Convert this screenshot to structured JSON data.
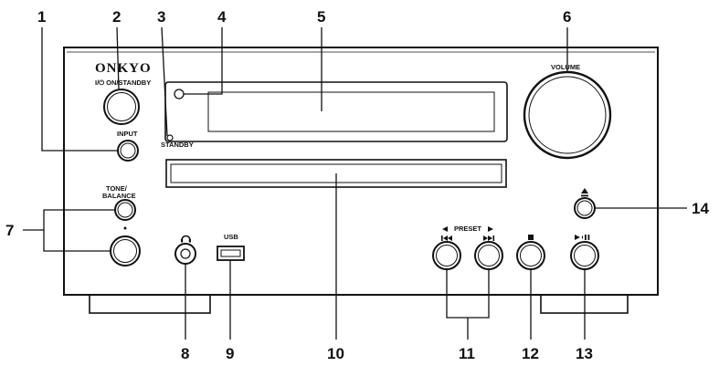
{
  "brand": {
    "logo_text": "ONKYO",
    "power_label": "I/⏻ ON/STANDBY"
  },
  "panel_labels": {
    "input": "INPUT",
    "standby": "STANDBY",
    "tone_line1": "TONE/",
    "tone_line2": "BALANCE",
    "usb": "USB",
    "preset": "PRESET",
    "volume": "VOLUME"
  },
  "callouts": {
    "c1": "1",
    "c2": "2",
    "c3": "3",
    "c4": "4",
    "c5": "5",
    "c6": "6",
    "c7": "7",
    "c8": "8",
    "c9": "9",
    "c10": "10",
    "c11": "11",
    "c12": "12",
    "c13": "13",
    "c14": "14"
  },
  "icons": {
    "headphones": "headphones-icon",
    "eject": "eject-icon",
    "stop": "stop-icon",
    "play_pause": "play-pause-icon",
    "prev": "skip-previous-icon",
    "next": "skip-next-icon"
  }
}
